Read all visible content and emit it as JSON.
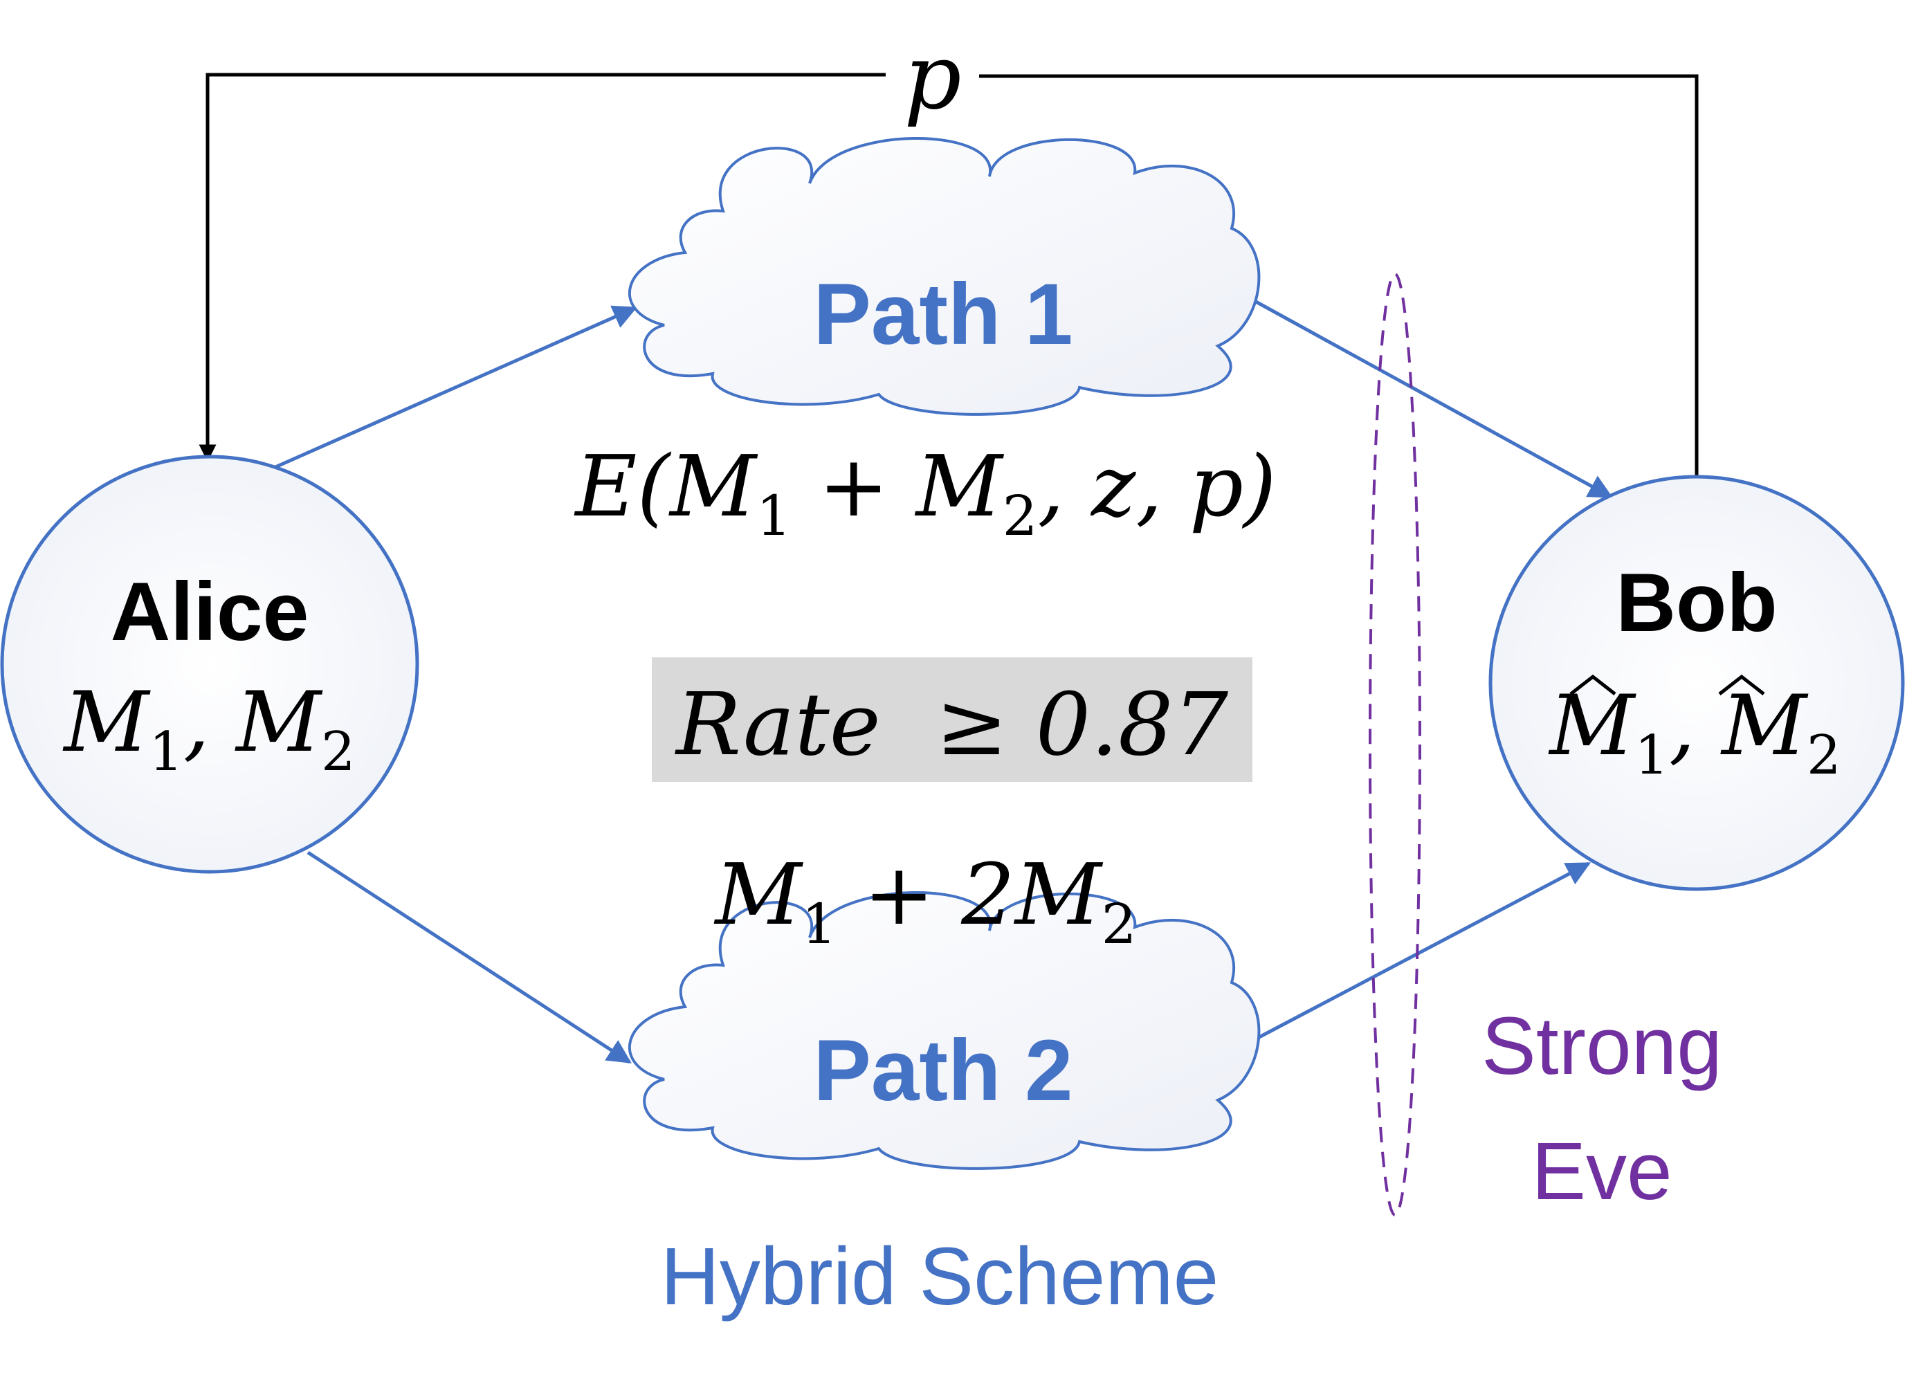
{
  "feedback": {
    "label": "p"
  },
  "alice": {
    "name": "Alice",
    "messages": {
      "m1": "M",
      "s1": "1",
      "sep": ", ",
      "m2": "M",
      "s2": "2"
    }
  },
  "bob": {
    "name": "Bob",
    "messages": {
      "m1": "M",
      "s1": "1",
      "sep": ", ",
      "m2": "M",
      "s2": "2"
    }
  },
  "path1": {
    "label": "Path 1"
  },
  "path2": {
    "label": "Path 2"
  },
  "path1_payload": {
    "pre": "E(M",
    "s1": "1",
    "mid": " + M",
    "s2": "2",
    "post": ", z, p)"
  },
  "path2_payload": {
    "pre": "M",
    "s1": "1",
    "mid": " + 2M",
    "s2": "2"
  },
  "rate": {
    "text": "Rate  ≥ 0.87"
  },
  "eve": {
    "line1": "Strong",
    "line2": "Eve"
  },
  "caption": "Hybrid Scheme",
  "colors": {
    "node_stroke": "#4472C4",
    "path_text": "#4472C4",
    "eve": "#7030A0",
    "rate_box": "#D9D9D9",
    "black": "#000000"
  }
}
